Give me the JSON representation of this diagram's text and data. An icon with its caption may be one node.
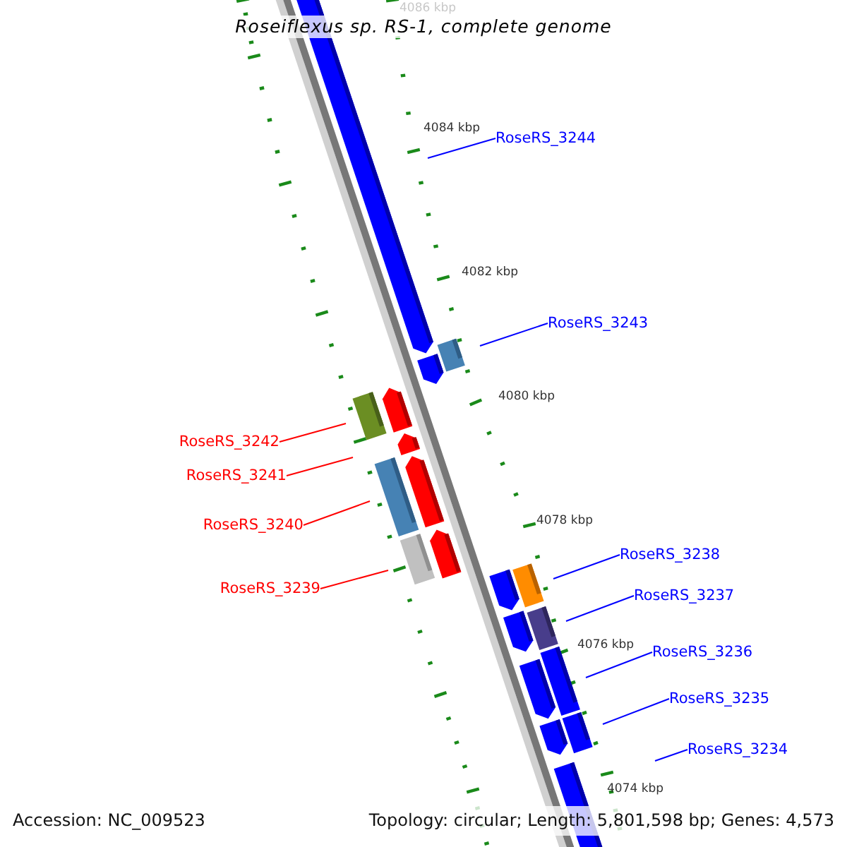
{
  "diagram": {
    "title": "Roseiflexus sp. RS-1, complete genome",
    "nodes": [
      {
        "text": [
          "RoseRS_3244"
        ]
      },
      {
        "text": [
          "RoseRS_3243"
        ]
      },
      {
        "text": [
          "RoseRS_3242"
        ]
      },
      {
        "text": [
          "RoseRS_3241"
        ]
      },
      {
        "text": [
          "RoseRS_3240"
        ]
      },
      {
        "text": [
          "RoseRS_3239"
        ]
      },
      {
        "text": [
          "RoseRS_3238"
        ]
      },
      {
        "text": [
          "RoseRS_3237"
        ]
      },
      {
        "text": [
          "RoseRS_3236"
        ]
      },
      {
        "text": [
          "RoseRS_3235"
        ]
      },
      {
        "text": [
          "RoseRS_3234"
        ]
      }
    ],
    "edges": [
      {
        "from": 0,
        "to": null,
        "arrow": "none"
      },
      {
        "from": 1,
        "to": null,
        "arrow": "none"
      },
      {
        "from": 2,
        "to": null,
        "arrow": "none",
        "color": "#ff0000"
      },
      {
        "from": 3,
        "to": null,
        "arrow": "none",
        "color": "#ff0000"
      },
      {
        "from": 4,
        "to": null,
        "arrow": "none",
        "color": "#ff0000"
      },
      {
        "from": 5,
        "to": null,
        "arrow": "none",
        "color": "#ff0000"
      },
      {
        "from": 6,
        "to": null,
        "arrow": "none"
      },
      {
        "from": 7,
        "to": null,
        "arrow": "none"
      },
      {
        "from": 8,
        "to": null,
        "arrow": "none"
      },
      {
        "from": 9,
        "to": null,
        "arrow": "none"
      },
      {
        "from": 10,
        "to": null,
        "arrow": "none"
      }
    ],
    "labels": [
      "4086 kbp",
      "4084 kbp",
      "4082 kbp",
      "4080 kbp",
      "4078 kbp",
      "4076 kbp",
      "4074 kbp",
      "Accession: NC_009523",
      "Topology: circular; Length: 5,801,598 bp; Genes: 4,573"
    ]
  }
}
